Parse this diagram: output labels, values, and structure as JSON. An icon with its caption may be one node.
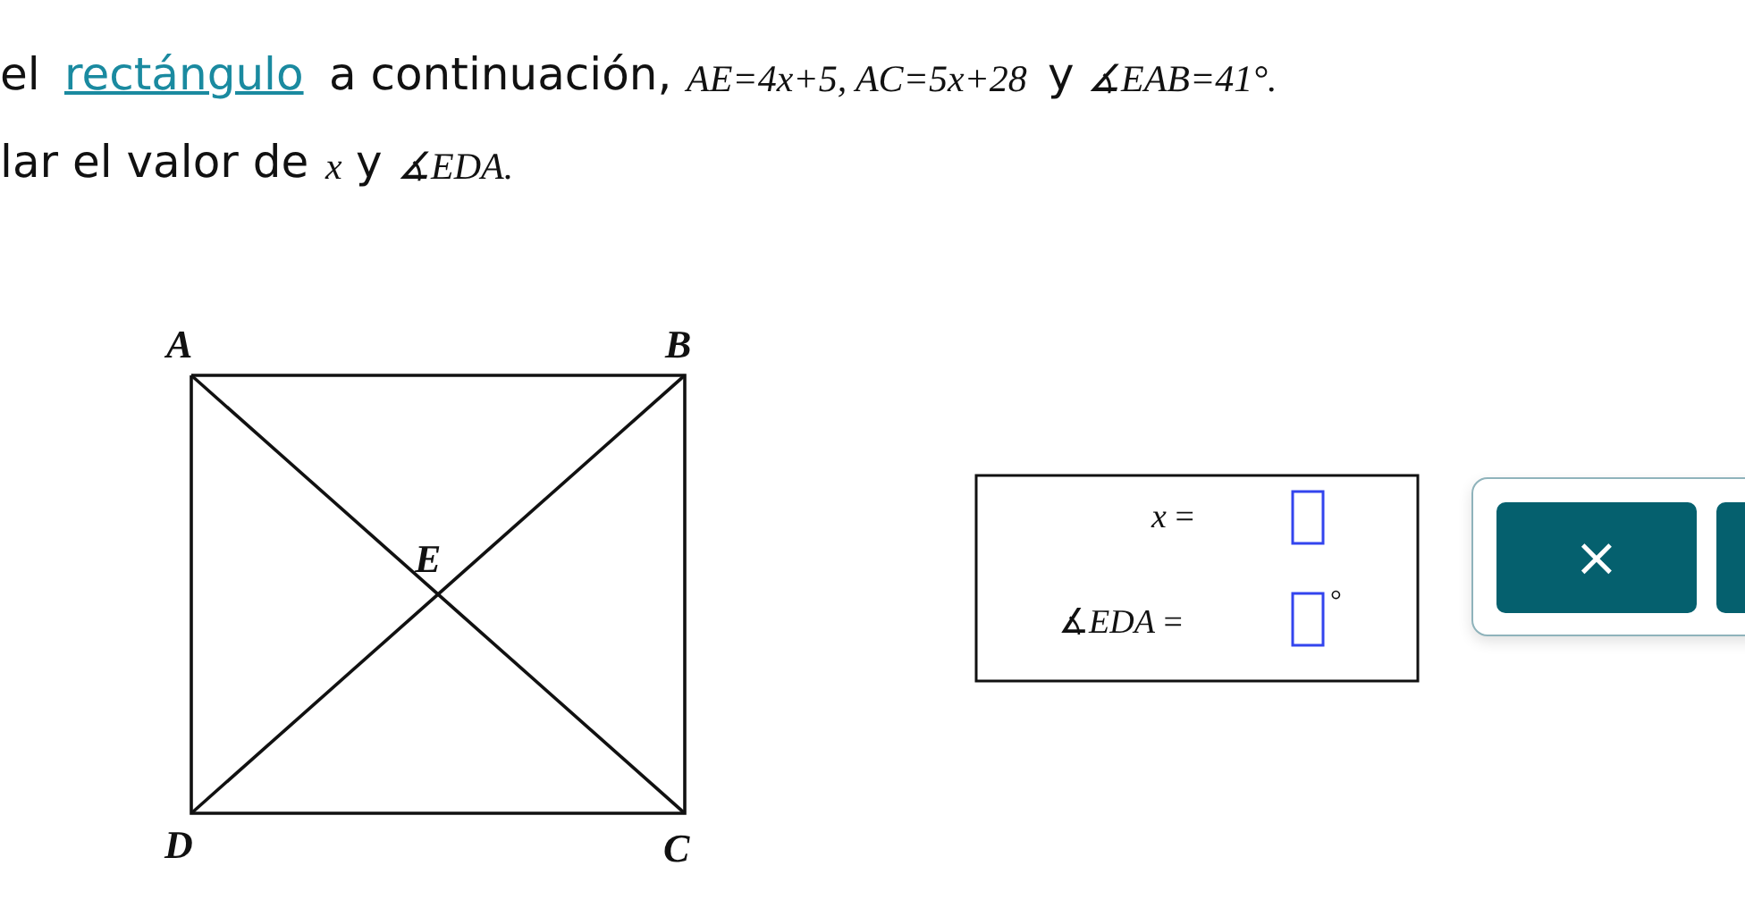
{
  "diagram": {
    "labels": [
      "el",
      "rectángulo",
      "a continuación,",
      "AE=4x+5, AC=5x+28",
      "y",
      "∡EAB=41°.",
      "lar el valor de",
      "x",
      "y",
      "∡EDA.",
      "A",
      "B",
      "E",
      "D",
      "C",
      "*x* =",
      "∡*EDA* =",
      "°",
      "×"
    ]
  }
}
